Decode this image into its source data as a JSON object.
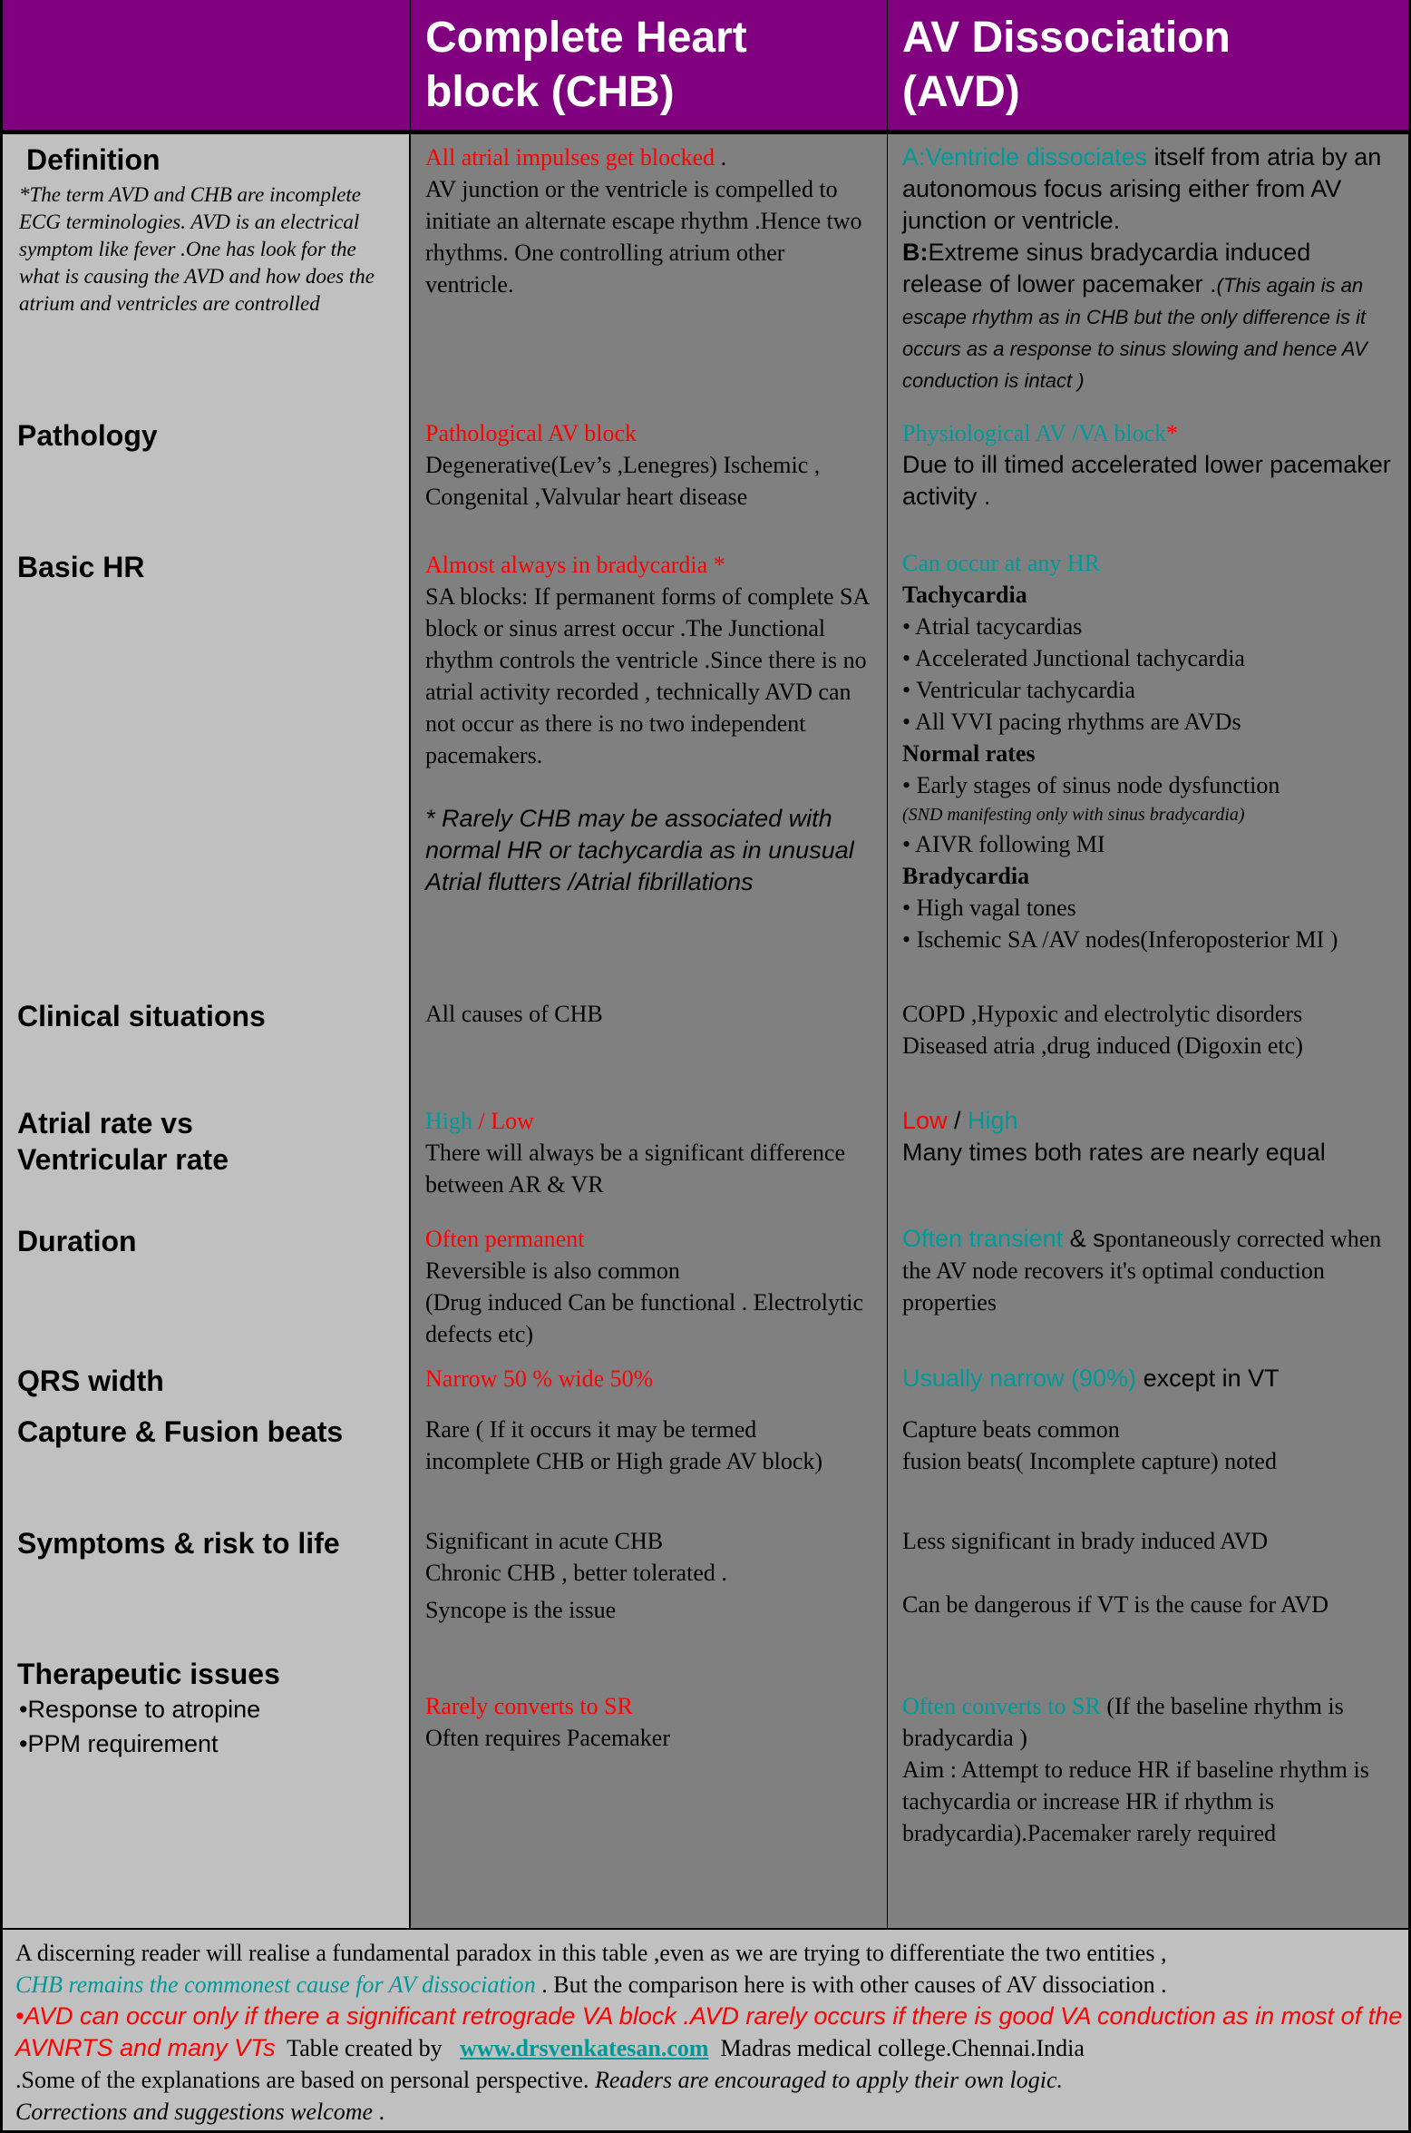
{
  "colors": {
    "header_bg": "#800080",
    "label_bg": "#C0C0C0",
    "cell_bg": "#808080",
    "emphasis_red": "#FF0000",
    "emphasis_teal": "#009999"
  },
  "header": {
    "col1": "",
    "col2": "Complete Heart\nblock (CHB)",
    "col3": "AV Dissociation\n (AVD)"
  },
  "rows": {
    "definition": {
      "label": "Definition",
      "note": "*The term AVD and CHB are incomplete ECG terminologies. AVD is an electrical symptom like fever  .One has  look for the what  is causing the AVD and  how does the atrium  and ventricles are controlled",
      "chb_highlight": "All atrial impulses get blocked",
      "chb_highlight_tail": " .",
      "chb_text": "AV junction or  the  ventricle is compelled to initiate an alternate escape rhythm .Hence two rhythms. One controlling atrium other ventricle.",
      "avd_a_highlight": "A:Ventricle dissociates",
      "avd_a_text": " itself from atria by an autonomous focus arising either from AV junction or ventricle.",
      "avd_b_prefix": "B:",
      "avd_b_text": "Extreme sinus bradycardia induced release of  lower  pacemaker .",
      "avd_b_note": "(This again is an escape rhythm as in CHB  but the  only difference is it occurs as a response to sinus slowing and hence AV conduction is intact )"
    },
    "pathology": {
      "label": "Pathology",
      "chb_highlight": "Pathological AV block",
      "chb_text": "Degenerative(Lev’s ,Lenegres) Ischemic , Congenital ,Valvular heart disease",
      "avd_highlight": "Physiological AV /VA block",
      "avd_star": "*",
      "avd_text": "Due to ill timed  accelerated lower pacemaker activity ."
    },
    "basic_hr": {
      "label": "Basic HR",
      "chb_highlight": "Almost always in  bradycardia *",
      "chb_text": "SA blocks: If permanent forms of complete SA block or sinus arrest occur .The Junctional rhythm controls the ventricle .Since there is no atrial activity recorded  , technically  AVD can not occur as there is no two independent pacemakers.",
      "chb_note": "* Rarely CHB may be associated with normal HR  or tachycardia as in unusual  Atrial flutters /Atrial fibrillations",
      "avd_highlight": "Can occur at any HR",
      "avd_groups": [
        {
          "heading": "Tachycardia",
          "items": [
            "• Atrial tacycardias",
            "• Accelerated Junctional tachycardia",
            "• Ventricular  tachycardia",
            "• All VVI pacing rhythms are AVDs"
          ]
        },
        {
          "heading": "Normal rates",
          "items": [
            "• Early stages of sinus node dysfunction"
          ],
          "note": "(SND manifesting only with sinus bradycardia)",
          "items_after": [
            "• AIVR following MI"
          ]
        },
        {
          "heading": "Bradycardia",
          "items": [
            "• High vagal  tones",
            "• Ischemic SA /AV nodes(Inferoposterior MI )"
          ]
        }
      ]
    },
    "clinical": {
      "label": "Clinical situations",
      "chb_text": "All causes of CHB",
      "avd_line1": "COPD ,Hypoxic and electrolytic disorders",
      "avd_line2": "Diseased atria ,drug induced (Digoxin etc)"
    },
    "atrial_rate": {
      "label": "Atrial rate  vs Ventricular rate",
      "chb_high": "High",
      "chb_sep": " / ",
      "chb_low": "Low",
      "chb_text": "There will always be a significant difference between AR & VR",
      "avd_low": "Low",
      "avd_sep": " / ",
      "avd_high": "High",
      "avd_text": "Many times both rates are nearly equal"
    },
    "duration": {
      "label": "Duration",
      "chb_highlight": "Often permanent",
      "chb_line1": "Reversible is also common",
      "chb_line2": "(Drug induced  Can be functional . Electrolytic defects etc)",
      "avd_highlight": "Often transient",
      "avd_amp": "  & s",
      "avd_text": "pontaneously corrected when the AV node recovers it's optimal conduction properties"
    },
    "qrs": {
      "label": "QRS width",
      "chb_highlight": " Narrow 50 % wide 50%",
      "avd_highlight": "Usually narrow  (90%)",
      "avd_text": " except in VT"
    },
    "capture": {
      "label": "Capture & Fusion beats",
      "chb_text": " Rare ( If it occurs it may be termed incomplete CHB or High grade AV block)",
      "avd_line1": "Capture beats common",
      "avd_line2": "fusion beats( Incomplete capture) noted"
    },
    "symptoms": {
      "label": "Symptoms & risk to life",
      "chb_line1": "Significant in acute CHB",
      "chb_line2": "Chronic CHB , better  tolerated .",
      "chb_line3": "Syncope is the issue",
      "avd_line1": "Less significant in brady induced AVD",
      "avd_line2": "Can be dangerous if VT is the cause for AVD"
    },
    "therapeutic": {
      "label": "Therapeutic issues",
      "sub1": "•Response to atropine",
      "sub2": "•PPM requirement",
      "chb_highlight": "Rarely  converts to SR",
      "chb_text": "Often  requires Pacemaker",
      "avd_highlight": "Often converts to SR",
      "avd_text1": " (If the baseline rhythm is bradycardia )",
      "avd_text2": "Aim : Attempt to reduce  HR if baseline rhythm is tachycardia or increase HR if rhythm is bradycardia).Pacemaker rarely required"
    }
  },
  "footer": {
    "line1": "A discerning reader will  realise a fundamental paradox in this table  ,even  as we are trying to differentiate the two entities ,",
    "teal_italic": "CHB remains the commonest cause for AV dissociation",
    "line2_tail": " . But the comparison here is with other causes of AV dissociation .",
    "red_italic": "•AVD  can occur only if  there a significant  retrograde VA block .AVD rarely occurs  if there is good VA conduction as in most of the AVNRTS and many VTs",
    "credit_prefix": "  Table created by   ",
    "link": "www.drsvenkatesan.com",
    "credit_suffix": "  Madras medical college.Chennai.India",
    "line5": ".Some of the explanations are based on personal perspective. ",
    "line5_italic": "Readers are encouraged to apply their own logic.",
    "line6_italic": " Corrections and suggestions welcome",
    "line6_tail": " ."
  }
}
